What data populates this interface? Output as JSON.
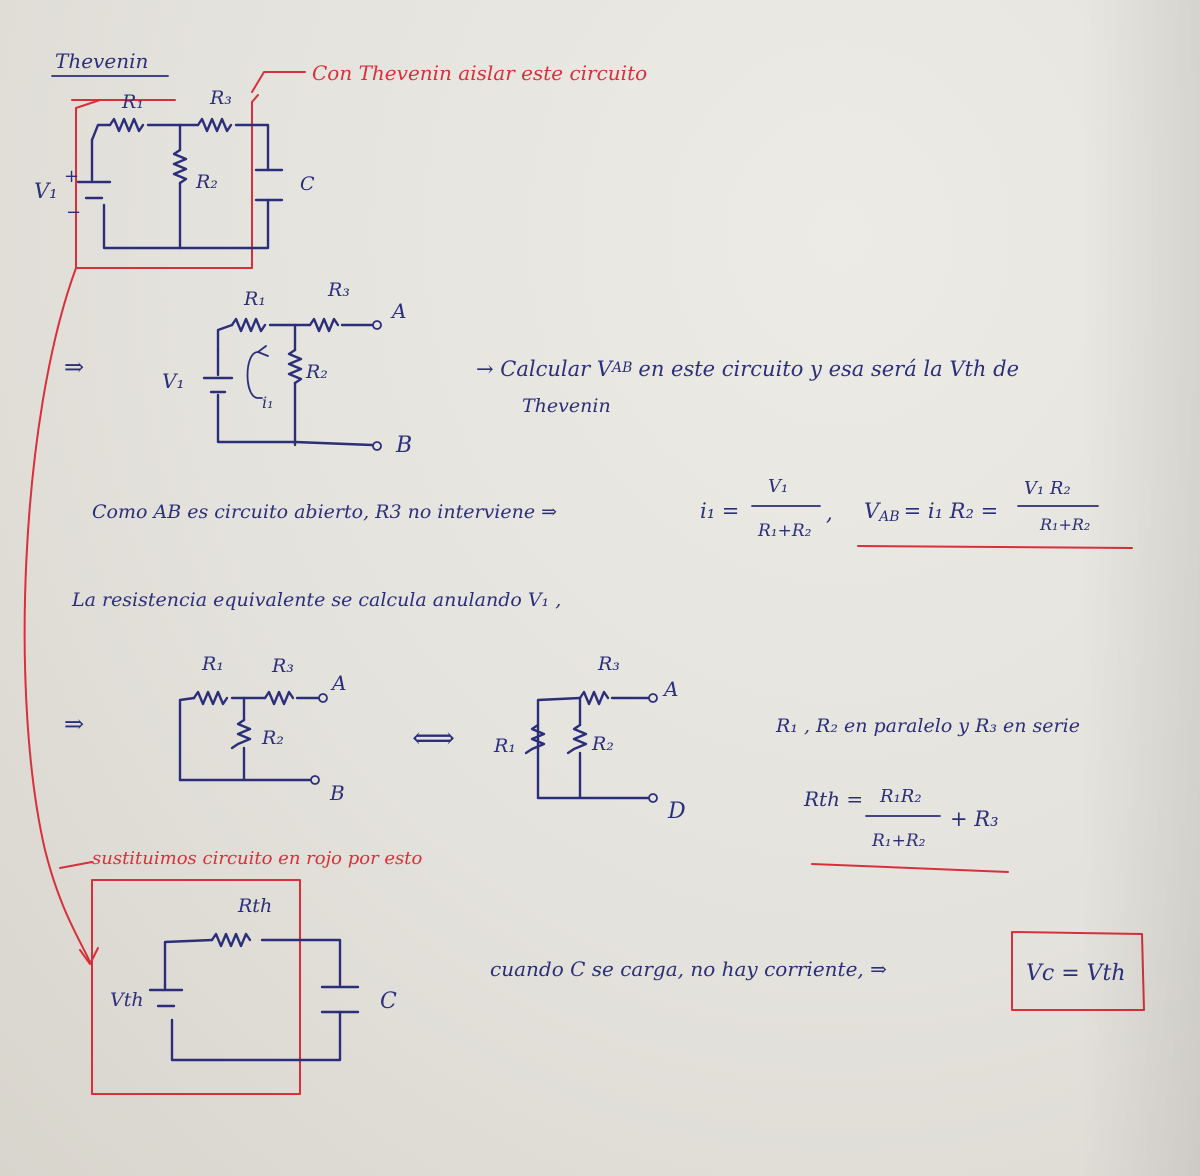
{
  "colors": {
    "ink": "#2b2f7a",
    "red": "#d8303a",
    "paper": "#e6e4de"
  },
  "top": {
    "title": "Thevenin",
    "note": "Con Thevenin aislar este circuito",
    "labels": {
      "r1": "R₁",
      "r3": "R₃",
      "r2": "R₂",
      "v1": "V₁",
      "plus": "+",
      "minus": "−",
      "c": "C"
    }
  },
  "ab_circuit": {
    "arrow": "⇒",
    "labels": {
      "r1": "R₁",
      "r3": "R₃",
      "r2": "R₂",
      "v1": "V₁",
      "i1": "i₁",
      "a": "A",
      "b": "B"
    },
    "note_line1": "→ Calcular V",
    "note_sub": "AB",
    "note_line1_rest": "en este circuito y esa será la Vth de",
    "note_line2": "Thevenin"
  },
  "equation1": {
    "text": "Como AB es circuito abierto, R3 no interviene ⇒",
    "i_lhs": "i₁ =",
    "i_num": "V₁",
    "i_den": "R₁+R₂",
    "comma": ",",
    "vab_lhs": "V",
    "vab_sub": "AB",
    "vab_mid": "= i₁ R₂ =",
    "vab_num": "V₁ R₂",
    "vab_den": "R₁+R₂"
  },
  "resistance": {
    "text": "La resistencia equivalente se calcula anulando V₁ ,",
    "arrow": "⇒",
    "equiv": "⟺",
    "left_labels": {
      "r1": "R₁",
      "r3": "R₃",
      "r2": "R₂",
      "a": "A",
      "b": "B"
    },
    "right_labels": {
      "r3": "R₃",
      "r1": "R₁",
      "r2": "R₂",
      "a": "A",
      "b": "D"
    },
    "note": "R₁ , R₂ en paralelo y R₃ en serie",
    "rth_lhs": "Rth =",
    "rth_num": "R₁R₂",
    "rth_den": "R₁+R₂",
    "rth_rest": "+ R₃"
  },
  "final": {
    "note": "sustituimos circuito en rojo por esto",
    "labels": {
      "rth": "Rth",
      "vth": "Vth",
      "c": "C"
    },
    "text": "cuando C se carga, no hay corriente, ⇒",
    "result": "Vc = Vth"
  }
}
